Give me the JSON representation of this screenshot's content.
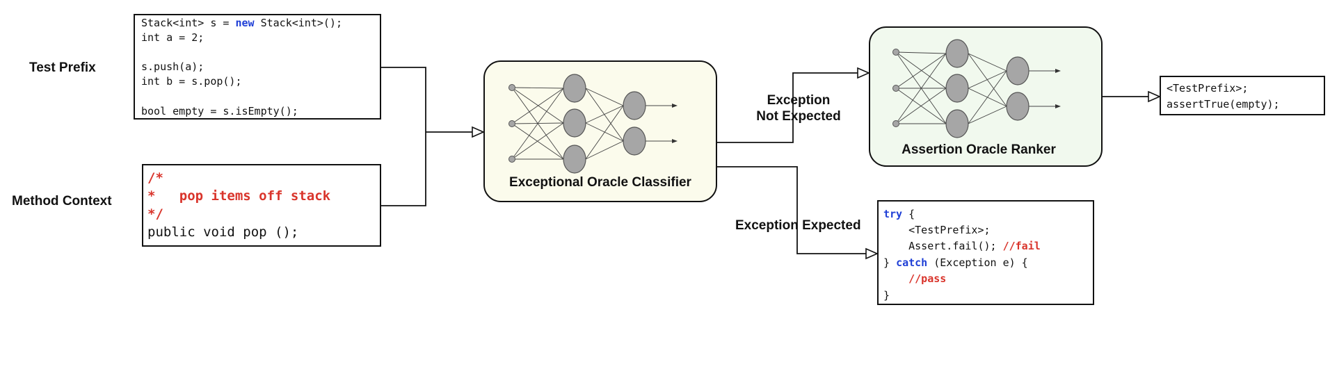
{
  "labels": {
    "test_prefix": "Test Prefix",
    "method_context": "Method Context",
    "classifier": "Exceptional Oracle Classifier",
    "ranker": "Assertion Oracle Ranker",
    "exception_not_expected_line1": "Exception",
    "exception_not_expected_line2": "Not Expected",
    "exception_expected": "Exception Expected"
  },
  "test_prefix_code": {
    "line1_a": "Stack<int> s = ",
    "line1_kw": "new",
    "line1_b": " Stack<int>();",
    "line2": "int a = 2;",
    "line3": "s.push(a);",
    "line4": "int b = s.pop();",
    "line5": "bool empty = s.isEmpty();"
  },
  "method_context_code": {
    "line1": "/*",
    "line2": "*   pop items off stack",
    "line3": "*/",
    "line4": "public void pop ();"
  },
  "assert_output_code": {
    "line1": "<TestPrefix>;",
    "line2": "assertTrue(empty);"
  },
  "exception_output_code": {
    "line1_kw": "try",
    "line1_b": " {",
    "line2": "    <TestPrefix>;",
    "line3_a": "    Assert.fail(); ",
    "line3_cm": "//fail",
    "line4_a": "} ",
    "line4_kw": "catch",
    "line4_b": " (Exception e) {",
    "line5_cm": "    //pass",
    "line6": "}"
  },
  "colors": {
    "classifier_fill": "#fbfbec",
    "ranker_fill": "#f1f9ee",
    "keyword": "#1f3fd6",
    "comment": "#d9342b"
  }
}
